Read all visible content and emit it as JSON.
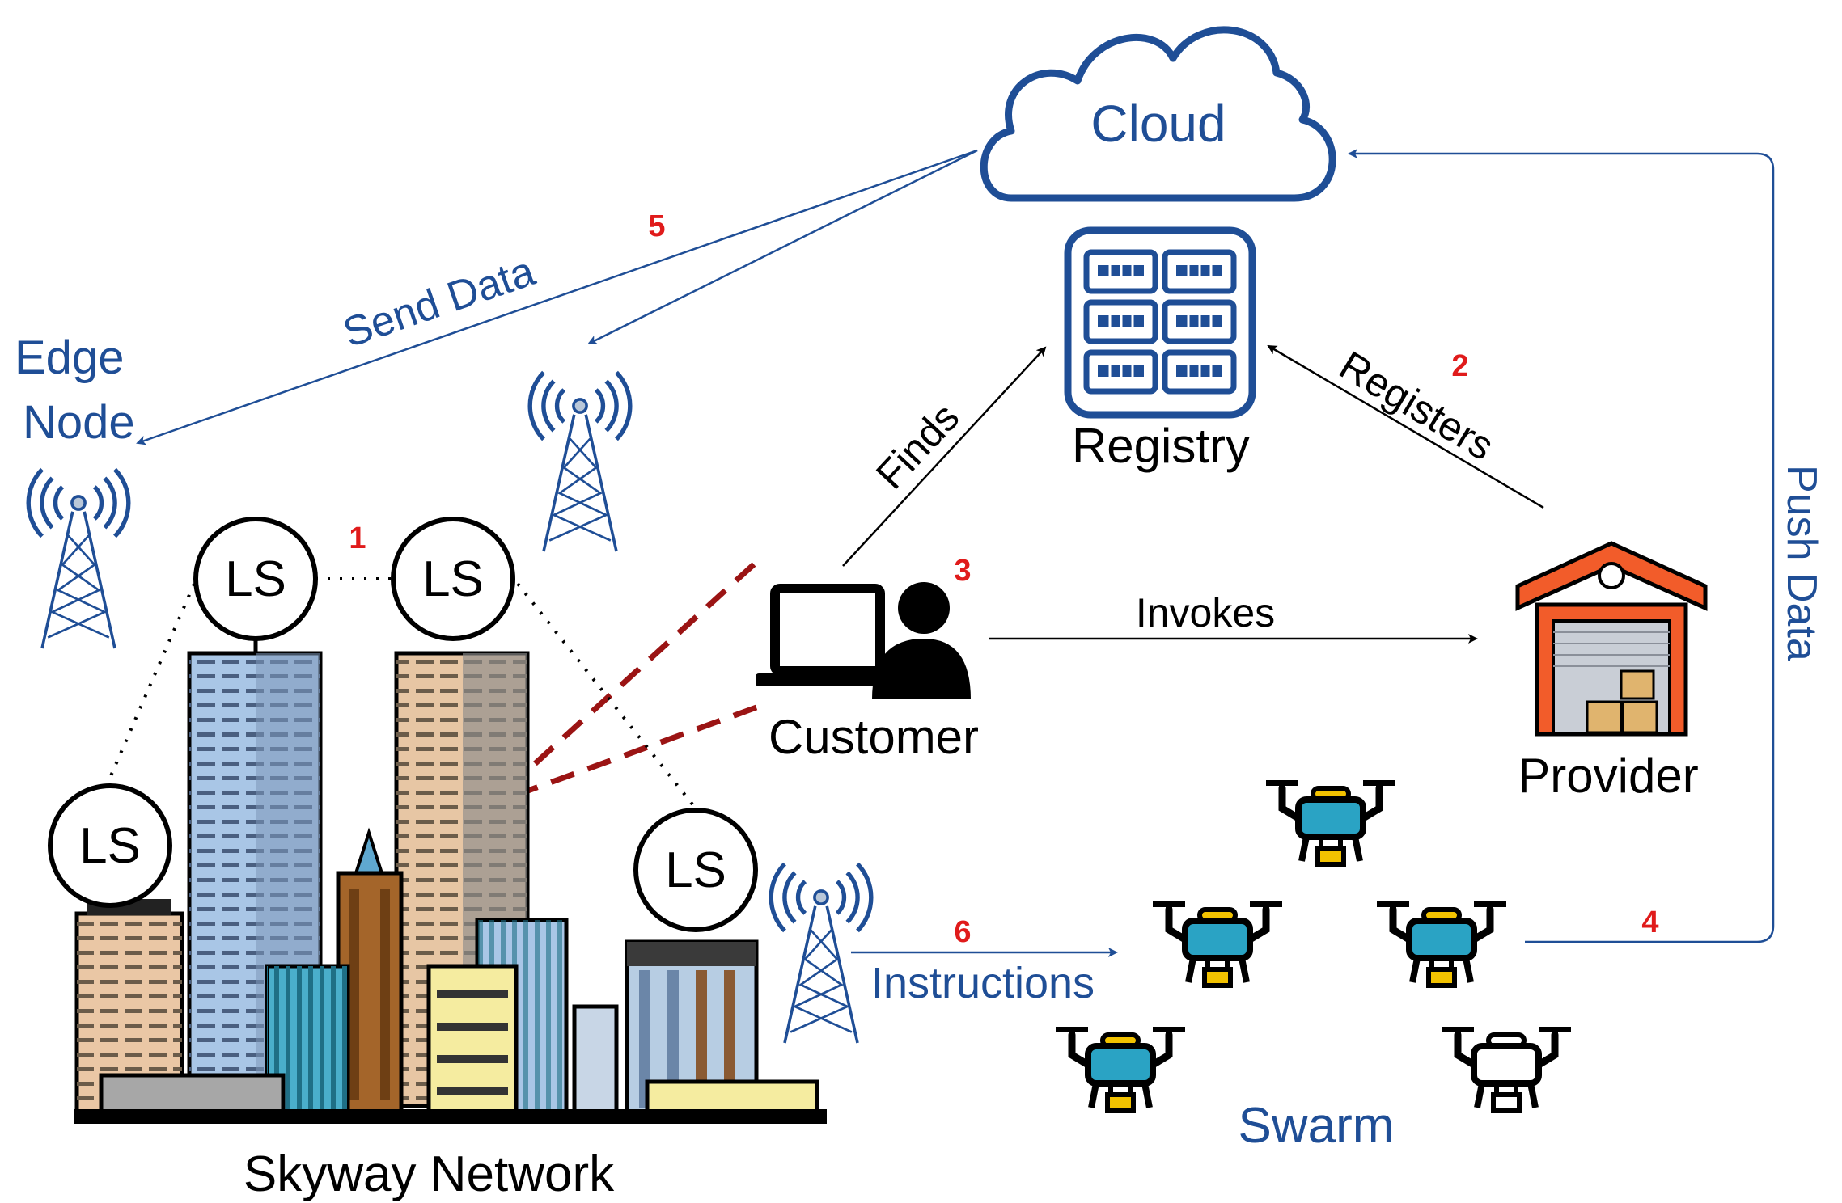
{
  "labels": {
    "cloud": "Cloud",
    "registry": "Registry",
    "edge_node_line1": "Edge",
    "edge_node_line2": "Node",
    "customer": "Customer",
    "provider": "Provider",
    "swarm": "Swarm",
    "skyway_network": "Skyway Network",
    "ls": "LS"
  },
  "edges": {
    "send_data": "Send Data",
    "finds": "Finds",
    "registers": "Registers",
    "invokes": "Invokes",
    "push_data": "Push Data",
    "instructions": "Instructions"
  },
  "steps": {
    "s1": "1",
    "s2": "2",
    "s3": "3",
    "s4": "4",
    "s5": "5",
    "s6": "6"
  },
  "colors": {
    "blue": "#1f4e96",
    "red_number": "#e01b1b",
    "dashed_red": "#9b1414",
    "warehouse_roof": "#f25c2a",
    "drone_body": "#2aa3c4",
    "drone_payload": "#f2c200"
  },
  "icons": {
    "cloud": "cloud-icon",
    "registry": "server-rack-icon",
    "tower": "antenna-tower-icon",
    "customer": "laptop-user-icon",
    "provider": "warehouse-icon",
    "drone": "drone-icon",
    "city": "city-buildings-icon"
  }
}
